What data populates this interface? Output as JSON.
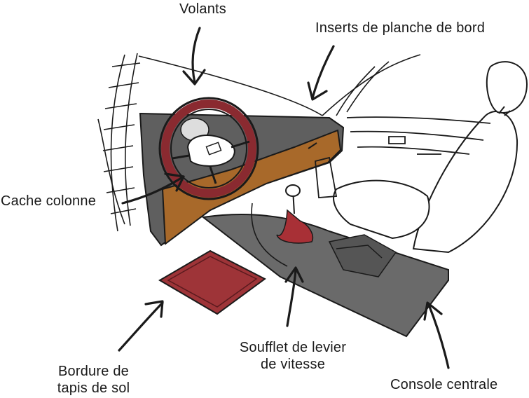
{
  "labels": {
    "steering_wheels": "Volants",
    "dashboard_inserts": "Inserts de planche de bord",
    "column_cover": "Cache colonne",
    "floor_mat_border_line1": "Bordure de",
    "floor_mat_border_line2": "tapis de sol",
    "gear_boot_line1": "Soufflet de levier",
    "gear_boot_line2": "de vitesse",
    "center_console": "Console centrale"
  },
  "colors": {
    "ink": "#1a1a1a",
    "dashboard_gray": "#5f5f5f",
    "wood_insert": "#a8692a",
    "burgundy": "#8a2a30",
    "mat_red": "#9e3438",
    "boot_red": "#a83036",
    "console_gray": "#6a6a6a"
  }
}
